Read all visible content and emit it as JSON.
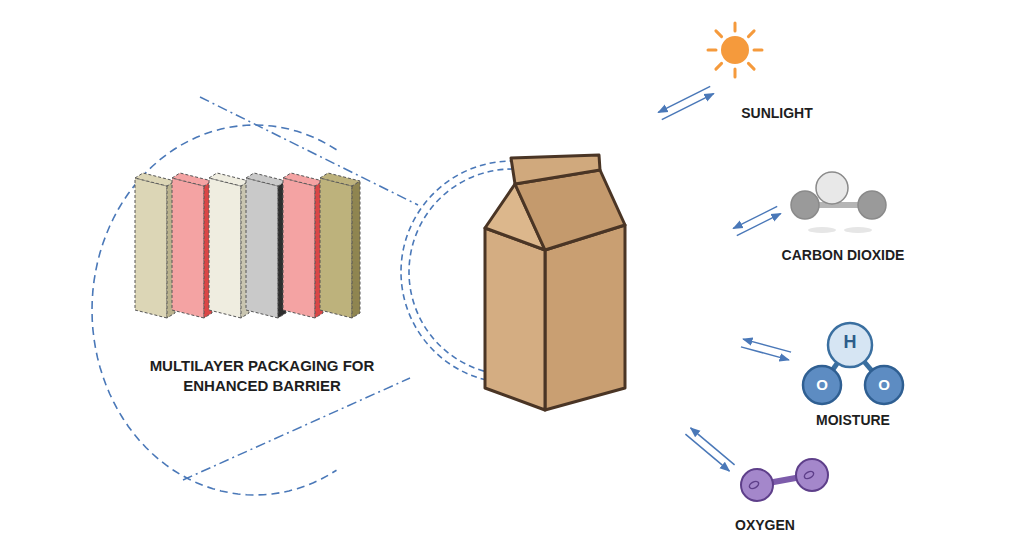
{
  "diagram": {
    "nodes": [
      {
        "text": [
          "MULTILAYER PACKAGING FOR ENHANCED BARRIER"
        ]
      },
      {
        "text": [
          "SUNLIGHT"
        ]
      },
      {
        "text": [
          "CARBON DIOXIDE"
        ]
      },
      {
        "text": [
          "H",
          "O",
          "O",
          "MOISTURE"
        ]
      },
      {
        "text": [
          "OXYGEN"
        ]
      }
    ]
  }
}
